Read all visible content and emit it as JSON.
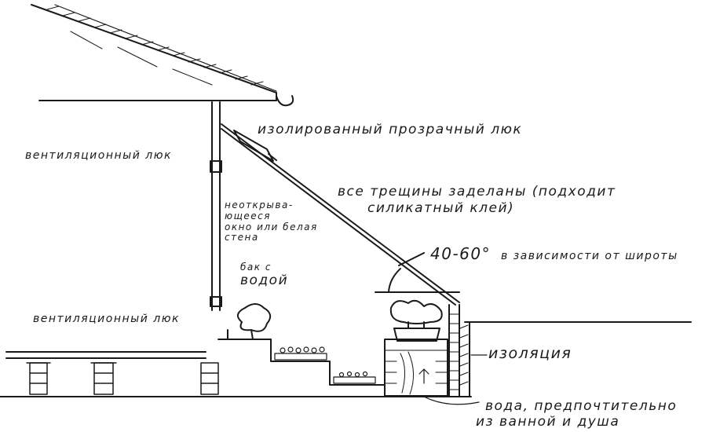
{
  "labels": {
    "vent_top": "вентиляционный люк",
    "vent_bottom": "вентиляционный люк",
    "insulated_hatch": "изолированный прозрачный люк",
    "cracks_line1": "все трещины заделаны (подходит",
    "cracks_line2": "силикатный клей)",
    "fixed_window": [
      "неоткрыва-",
      "ющееся",
      "окно или белая",
      "стена"
    ],
    "tank": [
      "бак с",
      "водой"
    ],
    "angle_value": "40-60°",
    "angle_note": "в зависимости от широты",
    "insulation": "изоляция",
    "water_line1": "вода, предпочтительно",
    "water_line2": "из ванной и душа"
  },
  "colors": {
    "ink": "#1a1a1a",
    "paper": "#ffffff"
  }
}
